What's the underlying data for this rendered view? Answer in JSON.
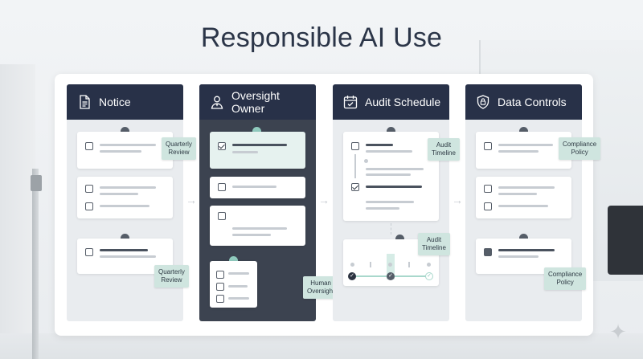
{
  "title": "Responsible AI Use",
  "columns": [
    {
      "id": "notice",
      "title": "Notice",
      "icon": "document-icon"
    },
    {
      "id": "oversight",
      "title": "Oversight Owner",
      "icon": "person-icon"
    },
    {
      "id": "audit",
      "title": "Audit Schedule",
      "icon": "calendar-check-icon"
    },
    {
      "id": "data",
      "title": "Data Controls",
      "icon": "shield-lock-icon"
    }
  ],
  "tags": {
    "notice_1": [
      "Quarterly",
      "Review"
    ],
    "notice_2": [
      "Quarterly",
      "Review"
    ],
    "oversight_1": [
      "Human",
      "Oversight"
    ],
    "audit_1": [
      "Audit",
      "Timeline"
    ],
    "audit_2": [
      "Audit",
      "Timeline"
    ],
    "data_1": [
      "Compliance",
      "Policy"
    ],
    "data_2": [
      "Compliance",
      "Policy"
    ]
  },
  "colors": {
    "header": "#283148",
    "accent": "#8fcabd",
    "tag": "#cfe5df",
    "dark_column": "#3c4350"
  }
}
